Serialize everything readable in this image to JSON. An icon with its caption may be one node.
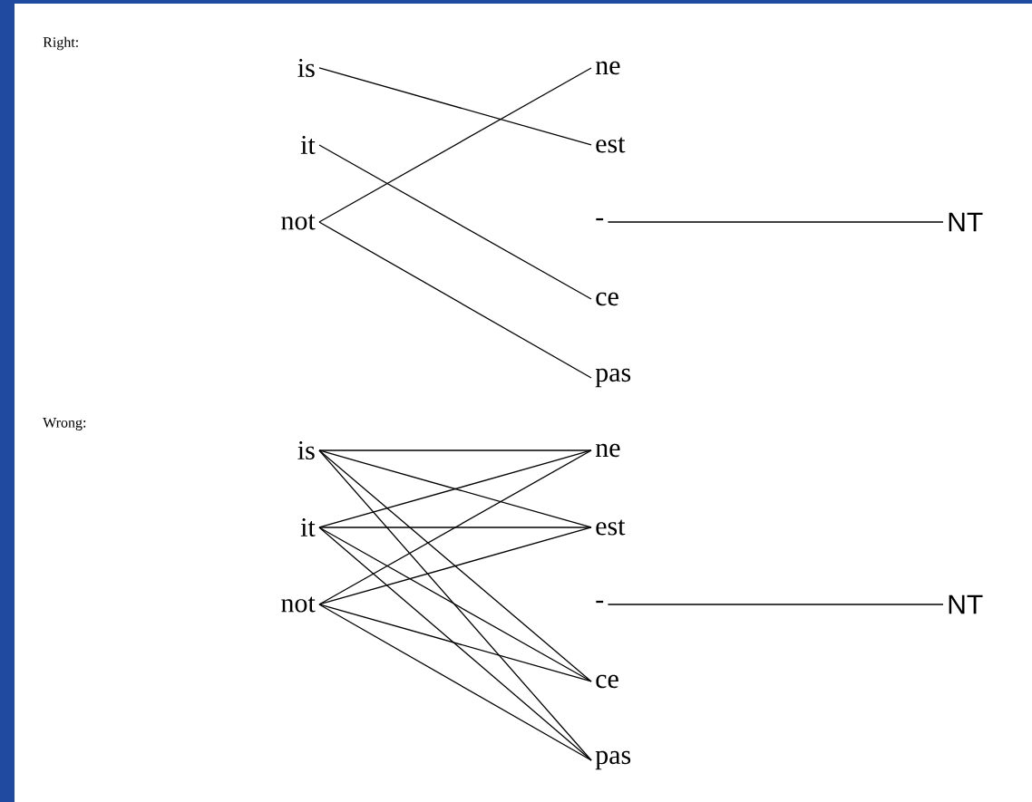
{
  "diagram": {
    "nodes": [
      {
        "text": [
          "is"
        ]
      },
      {
        "text": [
          "it"
        ]
      },
      {
        "text": [
          "not"
        ]
      },
      {
        "text": [
          "ne"
        ]
      },
      {
        "text": [
          "est"
        ]
      },
      {
        "text": [
          "-"
        ]
      },
      {
        "text": [
          "ce"
        ]
      },
      {
        "text": [
          "pas"
        ]
      },
      {
        "text": [
          "NT"
        ]
      },
      {
        "text": [
          "is"
        ]
      },
      {
        "text": [
          "it"
        ]
      },
      {
        "text": [
          "not"
        ]
      },
      {
        "text": [
          "ne"
        ]
      },
      {
        "text": [
          "est"
        ]
      },
      {
        "text": [
          "-"
        ]
      },
      {
        "text": [
          "ce"
        ]
      },
      {
        "text": [
          "pas"
        ]
      },
      {
        "text": [
          "NT"
        ]
      }
    ],
    "edges": [
      {
        "from": 0,
        "to": 4,
        "arrow": "none"
      },
      {
        "from": 1,
        "to": 6,
        "arrow": "none"
      },
      {
        "from": 2,
        "to": 3,
        "arrow": "none"
      },
      {
        "from": 2,
        "to": 7,
        "arrow": "none"
      },
      {
        "from": 5,
        "to": 8,
        "arrow": "none"
      },
      {
        "from": 9,
        "to": 12,
        "arrow": "none"
      },
      {
        "from": 9,
        "to": 13,
        "arrow": "none"
      },
      {
        "from": 9,
        "to": 15,
        "arrow": "none"
      },
      {
        "from": 9,
        "to": 16,
        "arrow": "none"
      },
      {
        "from": 10,
        "to": 12,
        "arrow": "none"
      },
      {
        "from": 10,
        "to": 13,
        "arrow": "none"
      },
      {
        "from": 10,
        "to": 15,
        "arrow": "none"
      },
      {
        "from": 10,
        "to": 16,
        "arrow": "none"
      },
      {
        "from": 11,
        "to": 12,
        "arrow": "none"
      },
      {
        "from": 11,
        "to": 13,
        "arrow": "none"
      },
      {
        "from": 11,
        "to": 15,
        "arrow": "none"
      },
      {
        "from": 11,
        "to": 16,
        "arrow": "none"
      },
      {
        "from": 14,
        "to": 17,
        "arrow": "none"
      }
    ],
    "labels": [
      "Right:",
      "Wrong:"
    ]
  }
}
